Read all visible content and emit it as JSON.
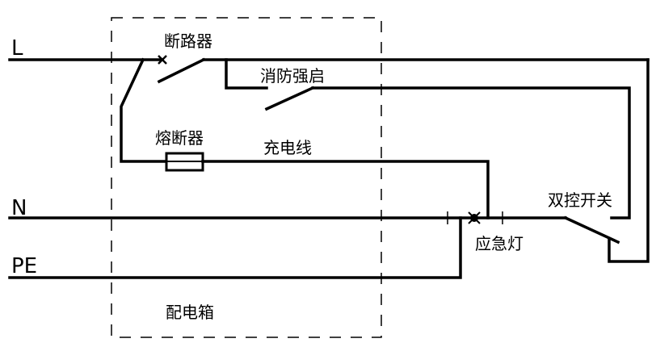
{
  "labels": {
    "line_L": "L",
    "line_N": "N",
    "line_PE": "PE",
    "breaker": "断路器",
    "fire_start": "消防强启",
    "fuse": "熔断器",
    "charge_line": "充电线",
    "two_way_switch": "双控开关",
    "emergency_light": "应急灯",
    "distribution_box": "配电箱"
  },
  "colors": {
    "line": "#000000",
    "background": "#ffffff"
  }
}
